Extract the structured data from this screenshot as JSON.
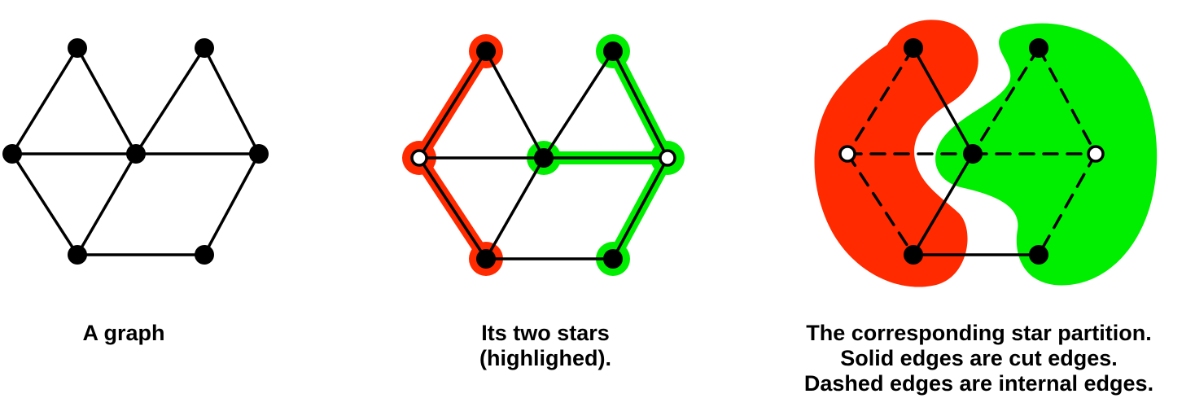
{
  "colors": {
    "edge": "#000000",
    "node": "#000000",
    "star_red": "#ff2a00",
    "star_green": "#00ee00",
    "background": "#ffffff"
  },
  "graph": {
    "nodes": [
      {
        "id": "top-left"
      },
      {
        "id": "top-right"
      },
      {
        "id": "mid-left",
        "hollow_in_partition": true
      },
      {
        "id": "center"
      },
      {
        "id": "mid-right",
        "hollow_in_partition": true
      },
      {
        "id": "bottom-left"
      },
      {
        "id": "bottom-right"
      }
    ],
    "edges": [
      {
        "from": "top-left",
        "to": "mid-left"
      },
      {
        "from": "top-left",
        "to": "center"
      },
      {
        "from": "top-right",
        "to": "center"
      },
      {
        "from": "top-right",
        "to": "mid-right"
      },
      {
        "from": "mid-left",
        "to": "center"
      },
      {
        "from": "center",
        "to": "mid-right"
      },
      {
        "from": "mid-left",
        "to": "bottom-left"
      },
      {
        "from": "center",
        "to": "bottom-left"
      },
      {
        "from": "mid-right",
        "to": "bottom-right"
      },
      {
        "from": "bottom-left",
        "to": "bottom-right"
      }
    ]
  },
  "stars": [
    {
      "name": "red",
      "center": "mid-left",
      "leaves": [
        "top-left",
        "bottom-left"
      ]
    },
    {
      "name": "green",
      "center": "mid-right",
      "leaves": [
        "top-right",
        "center",
        "bottom-right"
      ]
    }
  ],
  "partition": {
    "red_part": [
      "top-left",
      "mid-left",
      "bottom-left"
    ],
    "green_part": [
      "top-right",
      "center",
      "mid-right",
      "bottom-right"
    ],
    "internal_edges": [
      [
        "top-left",
        "mid-left"
      ],
      [
        "mid-left",
        "center"
      ],
      [
        "mid-left",
        "bottom-left"
      ],
      [
        "top-right",
        "center"
      ],
      [
        "top-right",
        "mid-right"
      ],
      [
        "center",
        "mid-right"
      ],
      [
        "mid-right",
        "bottom-right"
      ]
    ],
    "cut_edges": [
      [
        "top-left",
        "center"
      ],
      [
        "center",
        "bottom-left"
      ],
      [
        "bottom-left",
        "bottom-right"
      ]
    ]
  },
  "captions": {
    "graph": [
      "A graph"
    ],
    "stars": [
      "Its two stars",
      "(highlighed)."
    ],
    "partition": [
      "The corresponding star partition.",
      "Solid edges are cut edges.",
      "Dashed edges are internal edges."
    ]
  }
}
